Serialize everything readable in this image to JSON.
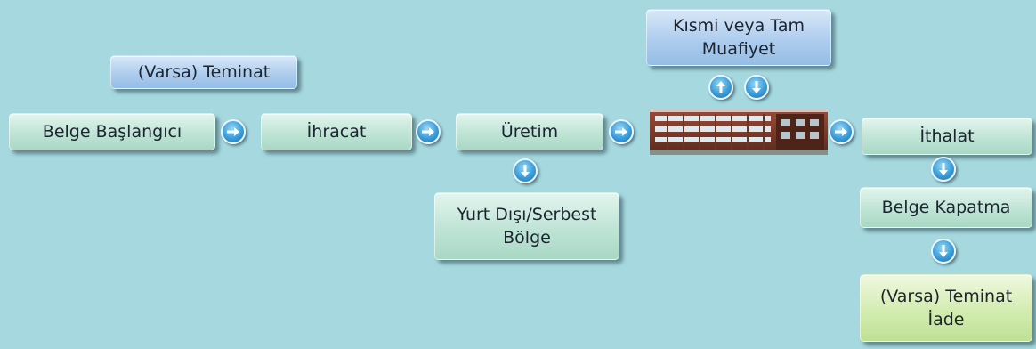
{
  "flow": {
    "belge_baslangici": "Belge Başlangıcı",
    "ihracat": "İhracat",
    "uretim": "Üretim",
    "ithalat": "İthalat",
    "varsa_teminat": "(Varsa) Teminat",
    "kismi_muafiyet_line1": "Kısmi veya Tam",
    "kismi_muafiyet_line2": "Muafiyet",
    "yurt_disi_line1": "Yurt Dışı/Serbest",
    "yurt_disi_line2": "Bölge",
    "belge_kapatma": "Belge Kapatma",
    "teminat_iade_line1": "(Varsa) Teminat",
    "teminat_iade_line2": "İade"
  },
  "icons": [
    "arrow-right-icon",
    "arrow-up-icon",
    "arrow-down-icon",
    "factory-building-image"
  ],
  "colors": {
    "background": "#a6d9df",
    "mint_box": "#bfe4d5",
    "blue_box": "#aecdee",
    "lime_box": "#d3ecb0",
    "arrow_button": "#3a9cd8"
  }
}
